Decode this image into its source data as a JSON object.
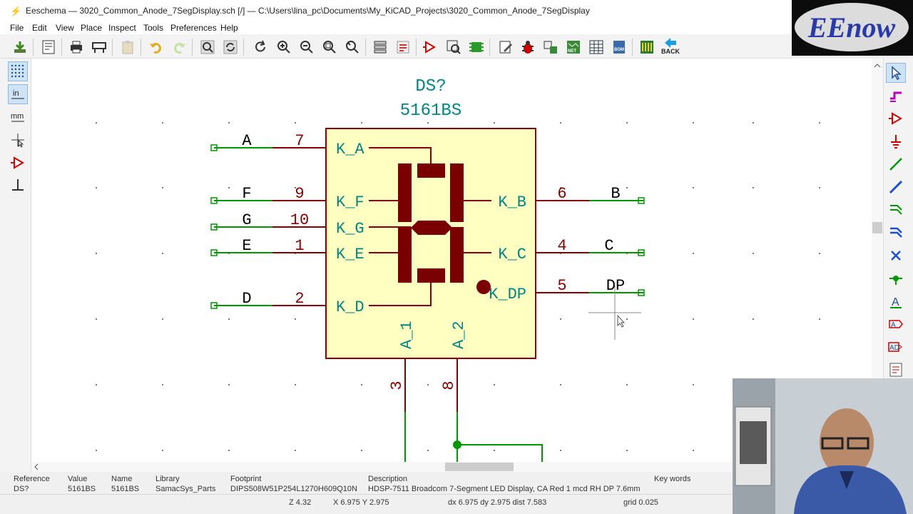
{
  "window": {
    "title": "Eeschema — 3020_Common_Anode_7SegDisplay.sch [/] — C:\\Users\\lina_pc\\Documents\\My_KiCAD_Projects\\3020_Common_Anode_7SegDisplay"
  },
  "menu": [
    "File",
    "Edit",
    "View",
    "Place",
    "Inspect",
    "Tools",
    "Preferences",
    "Help"
  ],
  "toolbar": {
    "back_label": "BACK"
  },
  "logo": {
    "text": "EEnow"
  },
  "component": {
    "reference": "DS?",
    "value": "5161BS",
    "left_pins": [
      {
        "signal": "A",
        "number": "7",
        "pin_name": "K_A"
      },
      {
        "signal": "F",
        "number": "9",
        "pin_name": "K_F"
      },
      {
        "signal": "G",
        "number": "10",
        "pin_name": "K_G"
      },
      {
        "signal": "E",
        "number": "1",
        "pin_name": "K_E"
      },
      {
        "signal": "D",
        "number": "2",
        "pin_name": "K_D"
      }
    ],
    "right_pins": [
      {
        "signal": "B",
        "number": "6",
        "pin_name": "K_B"
      },
      {
        "signal": "C",
        "number": "4",
        "pin_name": "K_C"
      },
      {
        "signal": "DP",
        "number": "5",
        "pin_name": "K_DP"
      }
    ],
    "bottom_pins": [
      {
        "number": "3",
        "pin_name": "A_1"
      },
      {
        "number": "8",
        "pin_name": "A_2"
      }
    ]
  },
  "info_panel": {
    "headers": [
      "Reference",
      "Value",
      "Name",
      "Library",
      "Footprint",
      "Description",
      "Key words"
    ],
    "values": [
      "DS?",
      "5161BS",
      "5161BS",
      "SamacSys_Parts",
      "DIPS508W51P254L1270H609Q10N",
      "HDSP-7511 Broadcom 7-Segment LED Display, CA Red 1 mcd RH DP 7.6mm",
      ""
    ]
  },
  "status": {
    "zoom": "Z 4.32",
    "xy": "X 6.975  Y 2.975",
    "delta": "dx 6.975  dy 2.975  dist 7.583",
    "grid": "grid 0.025"
  },
  "colors": {
    "body_fill": "#ffffc2",
    "body_outline": "#840000",
    "pin_line": "#840000",
    "wire": "#009600",
    "text_teal": "#008484",
    "segment": "#7a0000",
    "grid_dot": "#7a7a7a"
  }
}
